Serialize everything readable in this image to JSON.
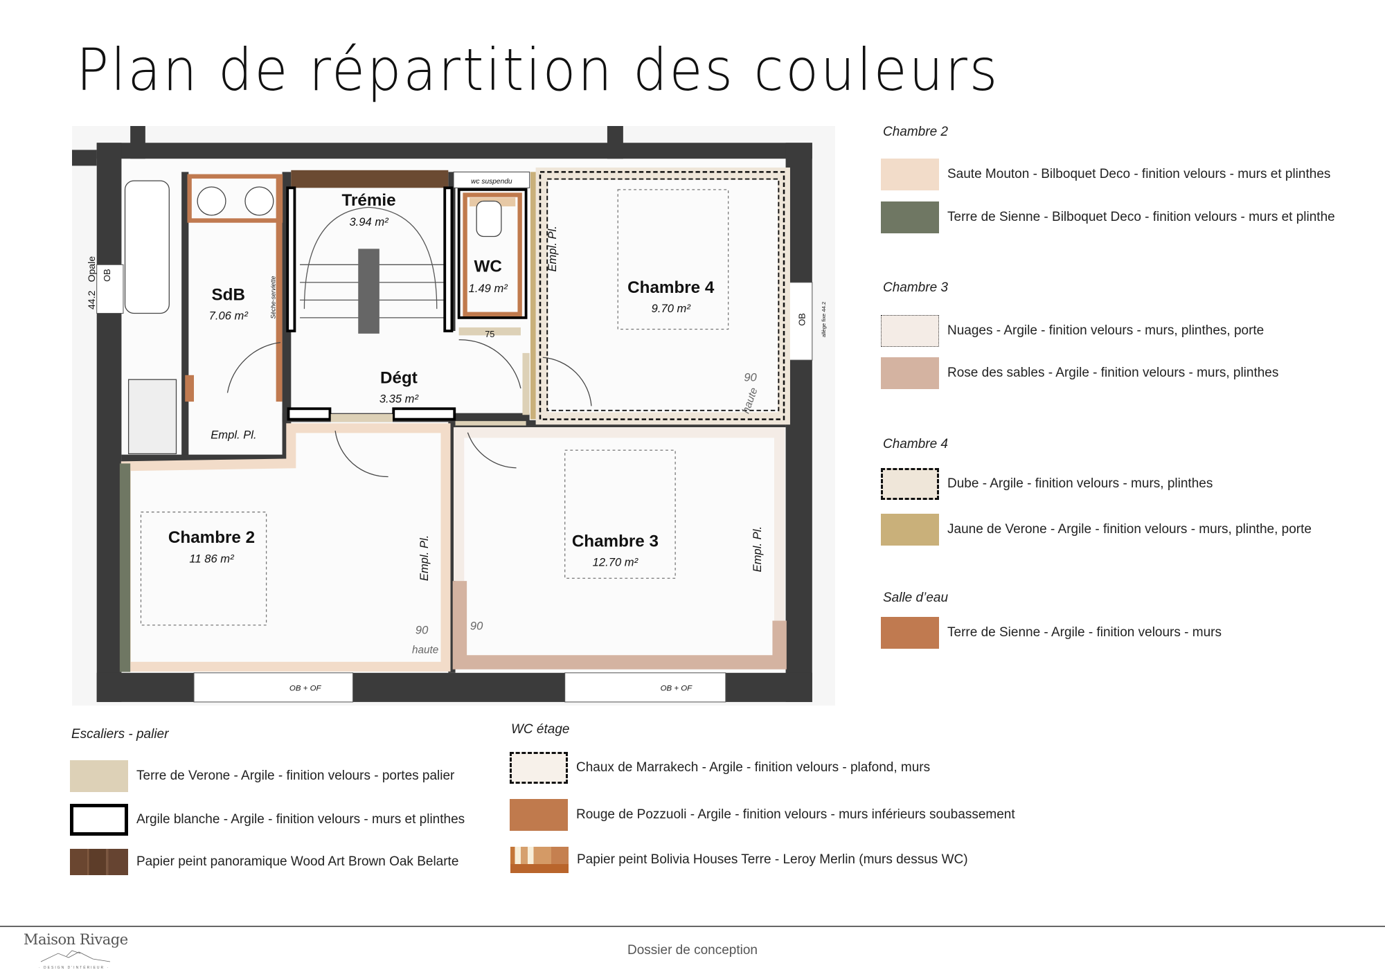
{
  "title": "Plan de répartition des couleurs",
  "plan": {
    "rooms": {
      "tremie": {
        "name": "Trémie",
        "area": "3.94 m²"
      },
      "wc": {
        "name": "WC",
        "area": "1.49 m²"
      },
      "sdb": {
        "name": "SdB",
        "area": "7.06 m²"
      },
      "degt": {
        "name": "Dégt",
        "area": "3.35 m²"
      },
      "chambre4": {
        "name": "Chambre 4",
        "area": "9.70 m²"
      },
      "chambre2": {
        "name": "Chambre 2",
        "area": "11 86 m²"
      },
      "chambre3": {
        "name": "Chambre 3",
        "area": "12.70 m²"
      }
    },
    "annotations": {
      "empl_pl": "Empl. Pl.",
      "wc_suspendu": "wc suspendu",
      "ob_of": "OB + OF",
      "ob": "OB",
      "opale": "Opale",
      "dim_left": "44.2",
      "seche_serviette": "Sèche-serviette",
      "allege": "allège fixe 44.2",
      "d75": "75",
      "hand_90": "90",
      "hand_haute": "haute"
    }
  },
  "colors": {
    "wall": "#3b3b3b",
    "saute_mouton": "#f2dcc9",
    "terre_de_sienne_bilboquet": "#6f7763",
    "nuages": "#f4ece6",
    "rose_des_sables": "#d4b3a1",
    "dube": "#efe6d9",
    "jaune_de_verone": "#c9b07a",
    "terre_de_sienne_argile": "#c07a50",
    "terre_de_verone": "#ddd1b7",
    "argile_blanche": "#ffffff",
    "chaux_de_marrakech": "#f7f1ea",
    "rouge_de_pozzuoli": "#c07a4d",
    "wood": "#6b4a32"
  },
  "legend_right": [
    {
      "heading": "Chambre 2",
      "items": [
        {
          "label": "Saute Mouton - Bilboquet Deco - finition velours - murs et plinthes",
          "color": "#f2dcc9",
          "style": "solid"
        },
        {
          "label": "Terre de Sienne - Bilboquet Deco - finition velours - murs et plinthe",
          "color": "#6f7763",
          "style": "solid"
        }
      ]
    },
    {
      "heading": "Chambre 3",
      "items": [
        {
          "label": "Nuages - Argile - finition velours - murs, plinthes, porte",
          "color": "#f4ece6",
          "style": "dotted"
        },
        {
          "label": "Rose des sables - Argile - finition velours - murs, plinthes",
          "color": "#d4b3a1",
          "style": "solid"
        }
      ]
    },
    {
      "heading": "Chambre 4",
      "items": [
        {
          "label": "Dube - Argile - finition velours - murs, plinthes",
          "color": "#efe6d9",
          "style": "dashed"
        },
        {
          "label": "Jaune de Verone - Argile - finition velours - murs, plinthe, porte",
          "color": "#c9b07a",
          "style": "solid"
        }
      ]
    },
    {
      "heading": "Salle d’eau",
      "items": [
        {
          "label": "Terre de Sienne - Argile - finition velours - murs",
          "color": "#c07a50",
          "style": "solid"
        }
      ]
    }
  ],
  "legend_bottom": [
    {
      "heading": "Escaliers - palier",
      "items": [
        {
          "label": "Terre de Verone - Argile - finition velours - portes palier",
          "color": "#ddd1b7",
          "style": "solid"
        },
        {
          "label": "Argile blanche - Argile - finition velours - murs et plinthes",
          "color": "#ffffff",
          "style": "boxed"
        },
        {
          "label": "Papier peint panoramique Wood Art Brown Oak Belarte",
          "color": "#6b4a32",
          "style": "wood-texture"
        }
      ]
    },
    {
      "heading": "WC étage",
      "items": [
        {
          "label": "Chaux de Marrakech - Argile - finition velours - plafond, murs",
          "color": "#f7f1ea",
          "style": "dashed"
        },
        {
          "label": "Rouge de Pozzuoli - Argile - finition velours - murs inférieurs soubassement",
          "color": "#c07a4d",
          "style": "solid"
        },
        {
          "label": "Papier peint Bolivia Houses Terre -  Leroy Merlin (murs dessus WC)",
          "color": "#c47638",
          "style": "pattern"
        }
      ]
    }
  ],
  "footer": {
    "center": "Dossier de conception",
    "logo_name": "Maison Rivage",
    "logo_sub": "· DESIGN D'INTÉRIEUR ·"
  }
}
